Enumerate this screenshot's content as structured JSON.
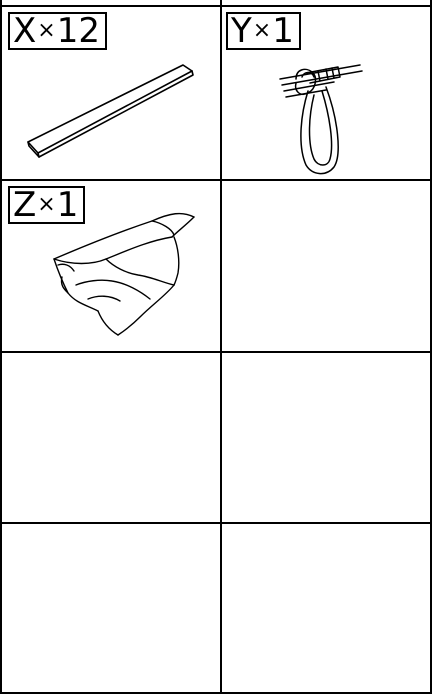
{
  "parts": [
    {
      "letter": "X",
      "times": "×",
      "qty": "12",
      "icon": "flat-strip-icon"
    },
    {
      "letter": "Y",
      "times": "×",
      "qty": "1",
      "icon": "elastic-loop-cord-icon"
    },
    {
      "letter": "Z",
      "times": "×",
      "qty": "1",
      "icon": "fabric-cloth-icon"
    }
  ]
}
